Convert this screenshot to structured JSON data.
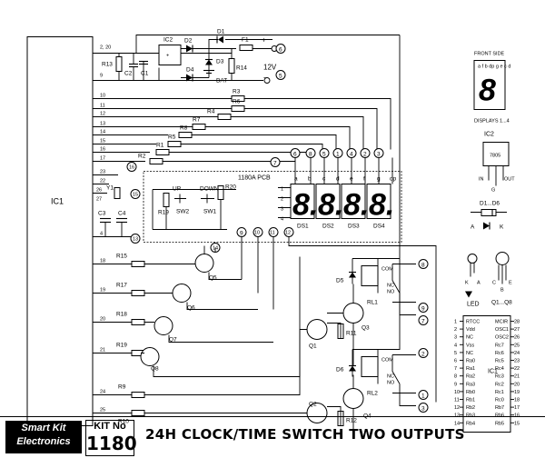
{
  "footer": {
    "logo_line1": "Smart Kit",
    "logo_line2": "Electronics",
    "kit_no_label": "KIT No",
    "kit_number": "1180",
    "title": "24H CLOCK/TIME SWITCH TWO OUTPUTS"
  },
  "ic1": {
    "label": "IC1",
    "pins_top": "2, 20",
    "pin_9": "9",
    "pins": [
      "10",
      "11",
      "12",
      "13",
      "14",
      "15",
      "16",
      "17",
      "23",
      "22",
      "26",
      "27",
      "4",
      "18",
      "19",
      "20",
      "21",
      "24",
      "25"
    ]
  },
  "power": {
    "ic2": "IC2",
    "d1": "D1",
    "d2": "D2",
    "d3": "D3",
    "d4": "D4",
    "f1": "F1",
    "r13": "R13",
    "r14": "R14",
    "c1": "C1",
    "c2": "C2",
    "bat": "BAT",
    "voltage": "12V",
    "plus": "+",
    "minus": "-",
    "term6": "6",
    "term5": "5"
  },
  "resistors": [
    "R3",
    "R6",
    "R4",
    "R7",
    "R8",
    "R5",
    "R1",
    "R2"
  ],
  "pcb": {
    "label": "1180A PCB",
    "up": "UP",
    "down": "DOWN",
    "sw2": "SW2",
    "sw1": "SW1",
    "r19": "R19",
    "r20": "R20",
    "seg_letters": [
      "a",
      "b",
      "c",
      "d",
      "e",
      "f",
      "g",
      "dp"
    ],
    "digit_rows": [
      "1",
      "2",
      "3",
      "4"
    ],
    "digits": [
      "8.",
      "8.",
      "8.",
      "8."
    ],
    "ds": [
      "DS1",
      "DS2",
      "DS3",
      "DS4"
    ]
  },
  "crystal": {
    "y1": "Y1",
    "c3": "C3",
    "c4": "C4",
    "n16": "16",
    "n15": "15",
    "n13": "13",
    "n14": "14"
  },
  "connectors": {
    "top": [
      "7",
      "6",
      "8",
      "5",
      "1",
      "4",
      "2",
      "3"
    ],
    "mid": [
      "9",
      "10",
      "11",
      "12"
    ]
  },
  "transistors": {
    "r15": "R15",
    "q5": "Q5",
    "r17": "R17",
    "q6": "Q6",
    "r18": "R18",
    "q7": "Q7",
    "r19": "R19",
    "q8": "Q8",
    "q1": "Q1",
    "q2": "Q2",
    "q3": "Q3",
    "q4": "Q4",
    "r11": "R11",
    "r12": "R12",
    "r9": "R9",
    "r10": "R10"
  },
  "relays": {
    "rl1": "RL1",
    "rl2": "RL2",
    "d5": "D5",
    "d6": "D6",
    "com": "COM",
    "nc": "NC",
    "no": "NO",
    "out1": [
      "8",
      "9",
      "7"
    ],
    "out2": [
      "2",
      "1",
      "3"
    ]
  },
  "legend": {
    "front_side": "FRONT SIDE",
    "seg_top": "a f b dp g e c d",
    "displays": "DISPLAYS 1...4",
    "ic2": "IC2",
    "ic2_part": "7805",
    "ic2_pins": [
      "IN",
      "G",
      "OUT"
    ],
    "diodes": "D1...D6",
    "a": "A",
    "k": "K",
    "led": "LED",
    "led_a": "A",
    "led_k": "K",
    "q_label": "Q1...Q8",
    "q_pins": [
      "C",
      "B",
      "E"
    ]
  },
  "ic1_pinout": {
    "label": "IC1",
    "left_nums": [
      "1",
      "2",
      "3",
      "4",
      "5",
      "6",
      "7",
      "8",
      "9",
      "10",
      "11",
      "12",
      "13",
      "14"
    ],
    "left_names": [
      "RTCC",
      "Vdd",
      "NC",
      "Vss",
      "NC",
      "Ra0",
      "Ra1",
      "Ra2",
      "Ra3",
      "Rb0",
      "Rb1",
      "Rb2",
      "Rb3",
      "Rb4"
    ],
    "right_nums": [
      "28",
      "27",
      "26",
      "25",
      "24",
      "23",
      "22",
      "21",
      "20",
      "19",
      "18",
      "17",
      "16",
      "15"
    ],
    "right_names": [
      "MCIR",
      "OSC1",
      "OSC2",
      "Rc7",
      "Rc6",
      "Rc5",
      "Rc4",
      "Rc3",
      "Rc2",
      "Rc1",
      "Rc0",
      "Rb7",
      "Rb6",
      "Rb5"
    ]
  }
}
